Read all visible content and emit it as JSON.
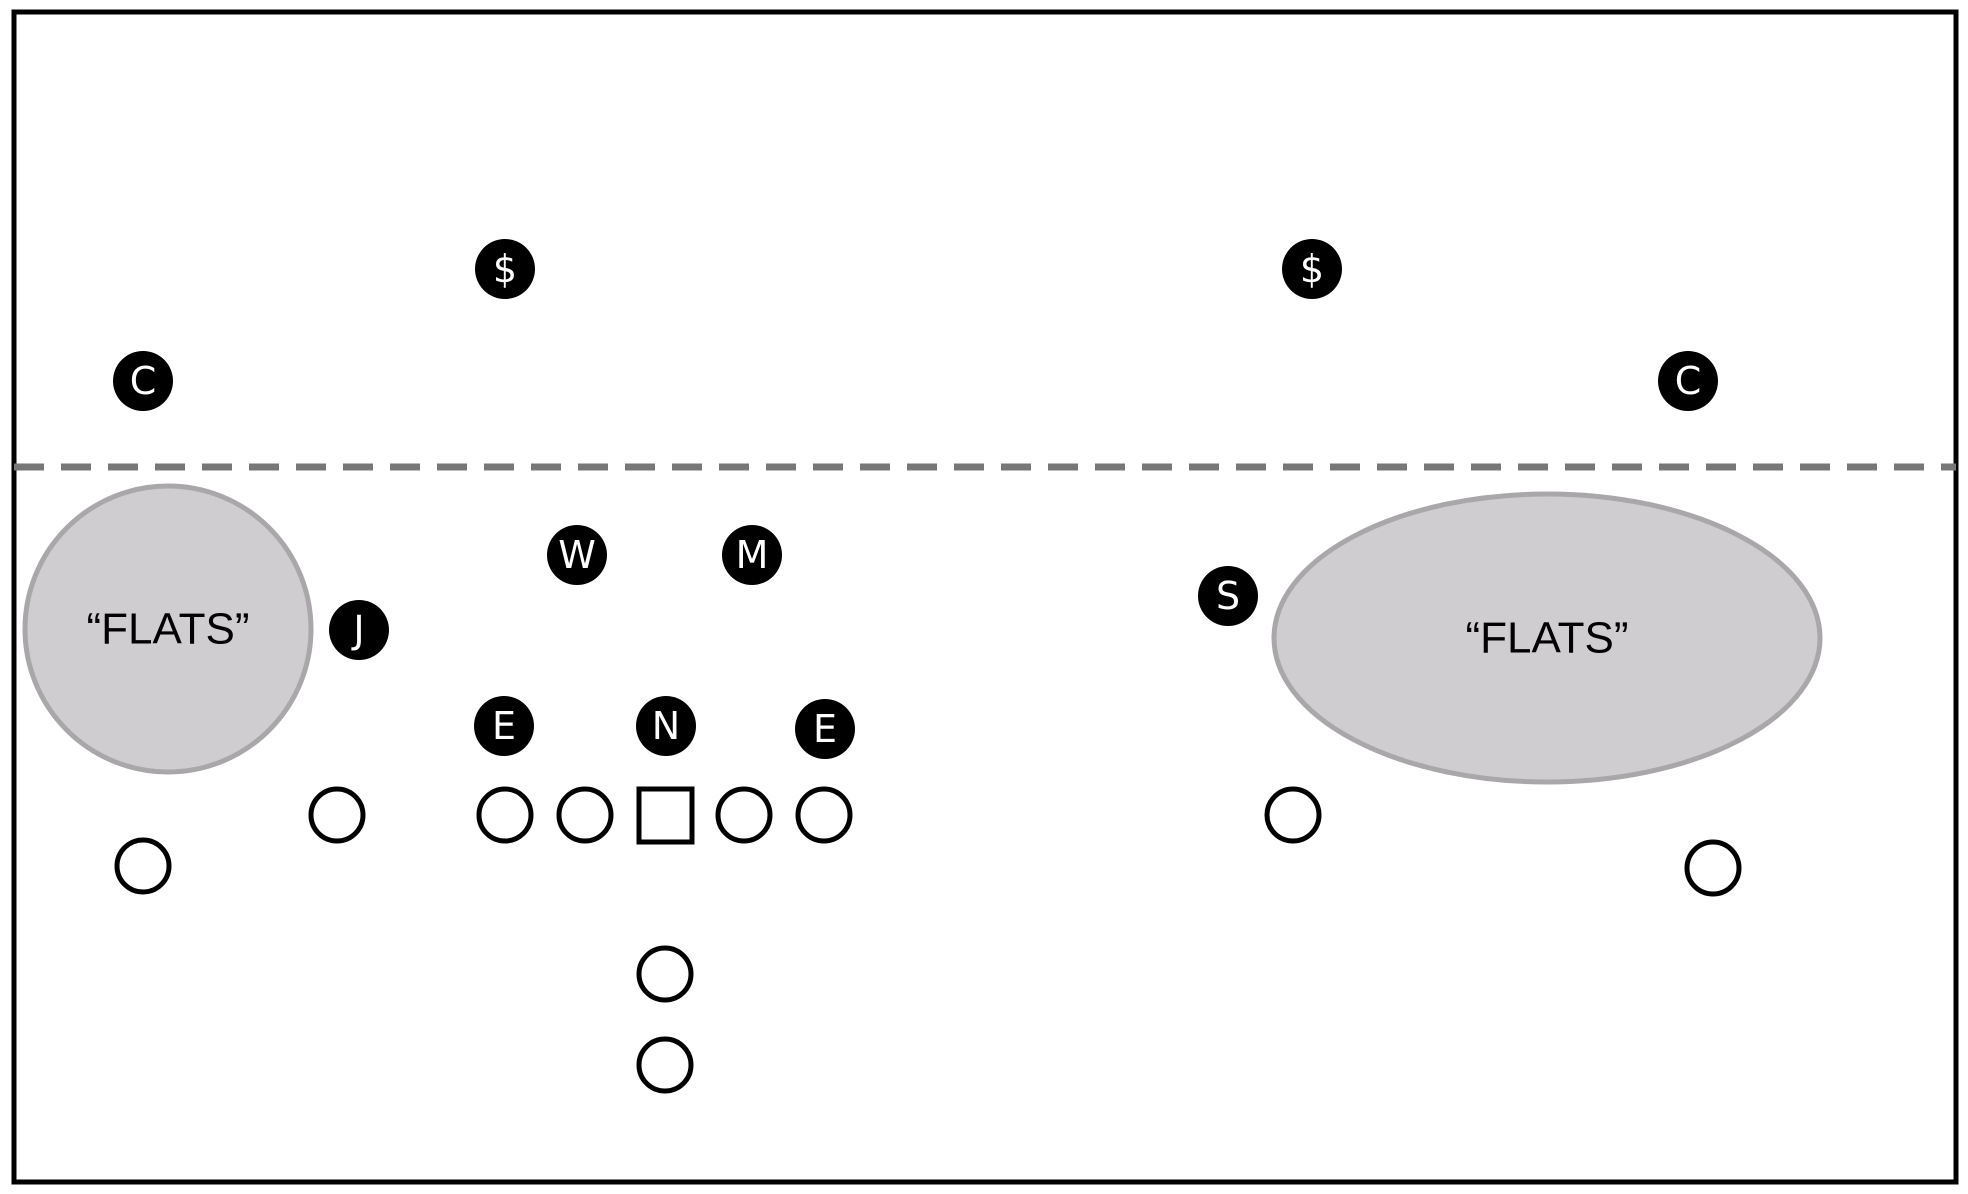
{
  "colors": {
    "border": "#000000",
    "line_of_scrimmage": "#777777",
    "zone_fill": "#cfcdcf",
    "zone_stroke": "#a9a7a9",
    "defender_fill": "#000000",
    "defender_text": "#ffffff",
    "offense_stroke": "#000000"
  },
  "zones": [
    {
      "label": "“FLATS”"
    },
    {
      "label": "“FLATS”"
    }
  ],
  "defenders": [
    {
      "label": "$"
    },
    {
      "label": "$"
    },
    {
      "label": "C"
    },
    {
      "label": "C"
    },
    {
      "label": "W"
    },
    {
      "label": "M"
    },
    {
      "label": "J"
    },
    {
      "label": "S"
    },
    {
      "label": "E"
    },
    {
      "label": "N"
    },
    {
      "label": "E"
    }
  ],
  "offense": [
    {
      "shape": "circle-icon"
    },
    {
      "shape": "circle-icon"
    },
    {
      "shape": "circle-icon"
    },
    {
      "shape": "square-icon"
    },
    {
      "shape": "circle-icon"
    },
    {
      "shape": "circle-icon"
    },
    {
      "shape": "circle-icon"
    },
    {
      "shape": "circle-icon"
    },
    {
      "shape": "circle-icon"
    },
    {
      "shape": "circle-icon"
    },
    {
      "shape": "circle-icon"
    }
  ]
}
